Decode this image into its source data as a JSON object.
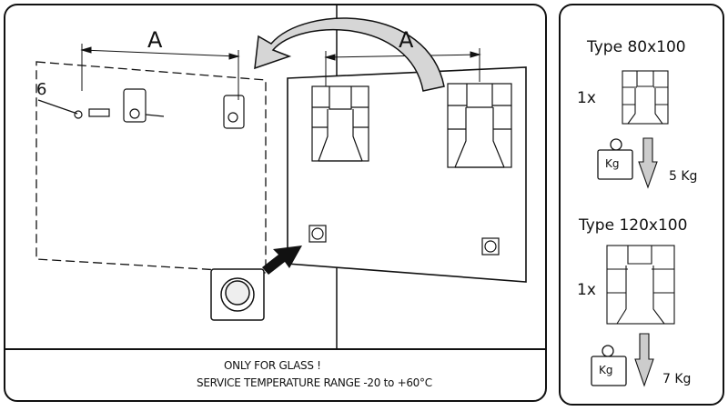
{
  "main_diagram": {
    "dimension_left": "A",
    "dimension_right": "A",
    "part_number": "6",
    "notes": {
      "line1": "ONLY FOR GLASS !",
      "line2": "SERVICE TEMPERATURE RANGE -20 to +60°C"
    }
  },
  "side_panel": {
    "types": [
      {
        "title": "Type 80x100",
        "quantity": "1x",
        "weight_icon_label": "Kg",
        "max_load": "5 Kg"
      },
      {
        "title": "Type 120x100",
        "quantity": "1x",
        "weight_icon_label": "Kg",
        "max_load": "7 Kg"
      }
    ]
  }
}
